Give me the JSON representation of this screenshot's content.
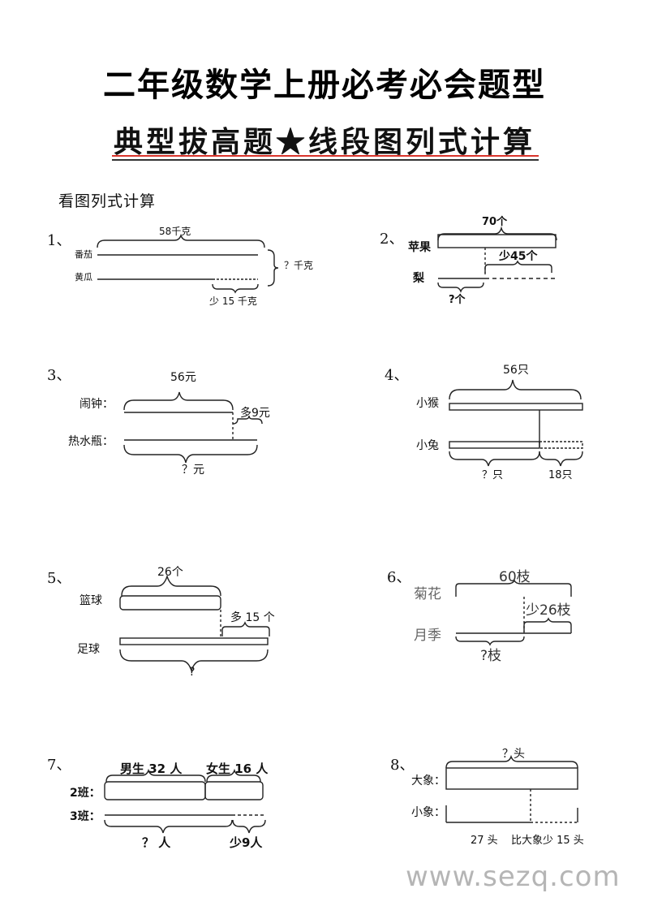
{
  "header": {
    "title": "二年级数学上册必考必会题型",
    "subtitle": "典型拔高题★线段图列式计算"
  },
  "section_label": "看图列式计算",
  "colors": {
    "underline_red": "#d9342b",
    "underline_dark": "#333333",
    "watermark": "#b5b5b5"
  },
  "problems": [
    {
      "number": "1、",
      "top_label": "58千克",
      "row1": "番茄",
      "row2": "黄瓜",
      "right_label": "？千克",
      "bottom_label": "少 15 千克"
    },
    {
      "number": "2、",
      "top_label": "70个",
      "row1": "苹果",
      "row2": "梨",
      "diff_label": "少45个",
      "bottom_label": "?个"
    },
    {
      "number": "3、",
      "top_label": "56元",
      "row1": "闹钟：",
      "row2": "热水瓶：",
      "diff_label": "多9元",
      "bottom_label": "？元"
    },
    {
      "number": "4、",
      "top_label": "56只",
      "row1": "小猴",
      "row2": "小兔",
      "bottom_left": "？只",
      "bottom_right": "18只"
    },
    {
      "number": "5、",
      "top_label": "26个",
      "row1": "篮球",
      "row2": "足球",
      "diff_label": "多 15 个",
      "bottom_label": "?"
    },
    {
      "number": "6、",
      "top_label": "60枝",
      "row1": "菊花",
      "row2": "月季",
      "diff_label": "少26枝",
      "bottom_label": "?枝"
    },
    {
      "number": "7、",
      "label_a": "男生 32 人",
      "label_b": "女生 16 人",
      "row1": "2班：",
      "row2": "3班：",
      "bottom_left": "？ 人",
      "bottom_right": "少9人"
    },
    {
      "number": "8、",
      "top_label": "？头",
      "row1": "大象：",
      "row2": "小象：",
      "bottom_left": "27 头",
      "bottom_right": "比大象少 15 头"
    }
  ],
  "watermark": "www.sezq.com"
}
